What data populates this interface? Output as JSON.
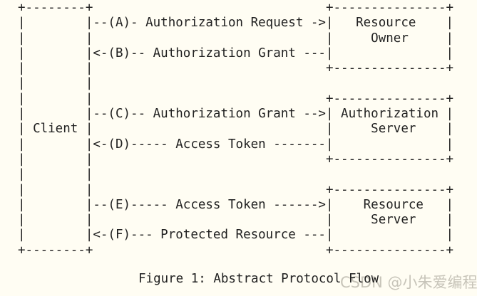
{
  "colors": {
    "background": "#FFFDF3",
    "text": "#212121",
    "watermark": "#C7C6C2"
  },
  "diagram": {
    "ascii": "+--------+                               +---------------+\n|        |--(A)- Authorization Request ->|   Resource    |\n|        |                               |     Owner     |\n|        |<-(B)-- Authorization Grant ---|               |\n|        |                               +---------------+\n|        |\n|        |                               +---------------+\n|        |--(C)-- Authorization Grant -->| Authorization |\n| Client |                               |     Server    |\n|        |<-(D)----- Access Token -------|               |\n|        |                               +---------------+\n|        |\n|        |                               +---------------+\n|        |--(E)----- Access Token ------>|    Resource   |\n|        |                               |     Server    |\n|        |<-(F)--- Protected Resource ---|               |\n+--------+                               +---------------+",
    "caption": "Figure 1: Abstract Protocol Flow"
  },
  "watermark": {
    "text": "CSDN @小朱爱编程"
  },
  "flow": {
    "nodes": [
      {
        "id": "client",
        "label": "Client"
      },
      {
        "id": "resource-owner",
        "label": "Resource Owner"
      },
      {
        "id": "authorization-server",
        "label": "Authorization Server"
      },
      {
        "id": "resource-server",
        "label": "Resource Server"
      }
    ],
    "steps": [
      {
        "id": "A",
        "from": "Client",
        "to": "Resource Owner",
        "label": "Authorization Request"
      },
      {
        "id": "B",
        "from": "Resource Owner",
        "to": "Client",
        "label": "Authorization Grant"
      },
      {
        "id": "C",
        "from": "Client",
        "to": "Authorization Server",
        "label": "Authorization Grant"
      },
      {
        "id": "D",
        "from": "Authorization Server",
        "to": "Client",
        "label": "Access Token"
      },
      {
        "id": "E",
        "from": "Client",
        "to": "Resource Server",
        "label": "Access Token"
      },
      {
        "id": "F",
        "from": "Resource Server",
        "to": "Client",
        "label": "Protected Resource"
      }
    ]
  }
}
